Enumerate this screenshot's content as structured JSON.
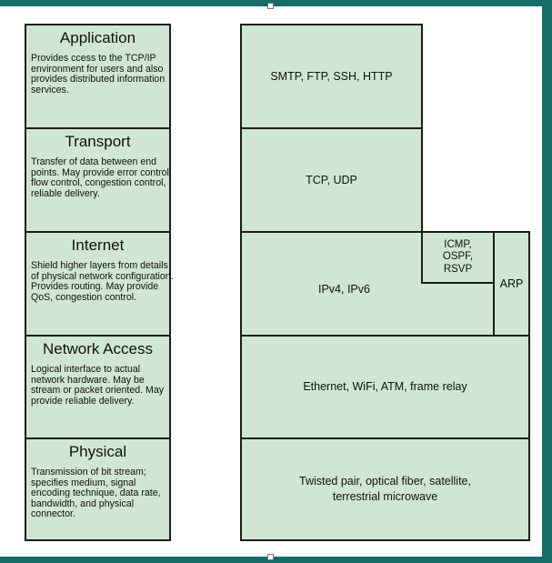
{
  "layers": [
    {
      "title": "Application",
      "description": "Provides ccess to the TCP/IP environment for users and also provides distributed information services."
    },
    {
      "title": "Transport",
      "description": "Transfer of data between end points. May provide error control, flow control, congestion control, reliable delivery."
    },
    {
      "title": "Internet",
      "description": "Shield higher layers from details of physical network configuration. Provides routing. May provide QoS, congestion control."
    },
    {
      "title": "Network Access",
      "description": "Logical interface to actual network hardware. May be stream or packet oriented. May provide reliable delivery."
    },
    {
      "title": "Physical",
      "description": "Transmission of bit stream; specifies medium, signal encoding technique, data rate, bandwidth, and physical connector."
    }
  ],
  "protocols": {
    "application": "SMTP, FTP, SSH, HTTP",
    "transport": "TCP, UDP",
    "internet_main": "IPv4, IPv6",
    "icmp": "ICMP,",
    "ospf": "OSPF,",
    "rsvp": "RSVP",
    "arp": "ARP",
    "network_access": "Ethernet, WiFi, ATM, frame relay",
    "physical_line1": "Twisted pair, optical fiber, satellite,",
    "physical_line2": "terrestrial microwave"
  },
  "colors": {
    "background": "#1a6b6b",
    "box_fill": "#cfe6d2",
    "border": "#1c1c1c"
  }
}
